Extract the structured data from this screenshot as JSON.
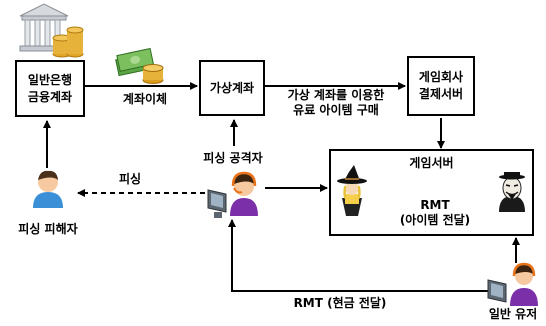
{
  "nodes": {
    "bank": "일반은행\n금융계좌",
    "virtual_account": "가상계좌",
    "payment_server": "게임회사\n결제서버",
    "game_server": "게임서버"
  },
  "labels": {
    "transfer": "계좌이체",
    "virtual_purchase": "가상 계좌를 이용한\n유료 아이템 구매",
    "phishing_attacker": "피싱 공격자",
    "phishing": "피싱",
    "phishing_victim": "피싱 피해자",
    "rmt_item": "RMT\n(아이템 전달)",
    "rmt_cash": "RMT (현금 전달)",
    "normal_user": "일반 유저"
  },
  "colors": {
    "line": "#000000",
    "victim_shirt": "#3a8fd6",
    "attacker_shirt": "#7b2fa8",
    "headset": "#e8731a",
    "gold": "#e0a526",
    "money_green": "#4e9a3a"
  },
  "icons": {
    "bank": "bank-building-icon",
    "money": "money-icon",
    "victim": "person-icon",
    "attacker": "hacker-at-computer-icon",
    "witch": "witch-character-icon",
    "masked": "masked-character-icon",
    "user": "user-at-computer-icon"
  }
}
